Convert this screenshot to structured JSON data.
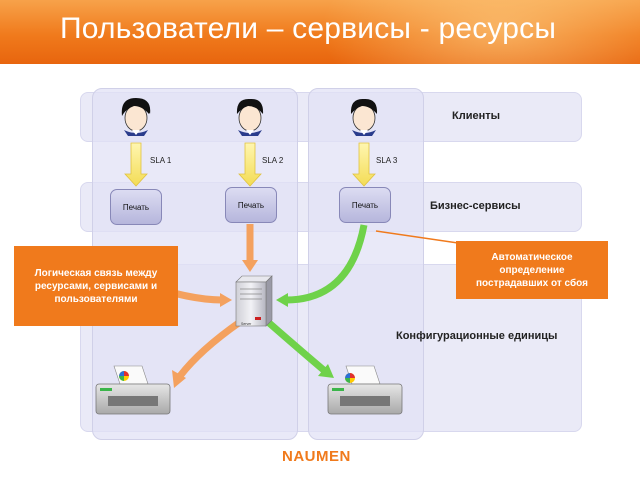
{
  "title": "Пользователи – сервисы - ресурсы",
  "layers": {
    "clients": "Клиенты",
    "business": "Бизнес-сервисы",
    "config": "Конфигурационные единицы"
  },
  "sla": [
    "SLA 1",
    "SLA 2",
    "SLA 3"
  ],
  "services": [
    "Печать",
    "Печать",
    "Печать"
  ],
  "server_label": "Server",
  "callout_left": "Логическая связь между ресурсами, сервисами и пользователями",
  "callout_right": "Автоматическое определение пострадавших от сбоя",
  "logo": "NAUMEN",
  "colors": {
    "orange": "#f07a1c",
    "green": "#6fd24a",
    "band": "#eaeaf7"
  }
}
